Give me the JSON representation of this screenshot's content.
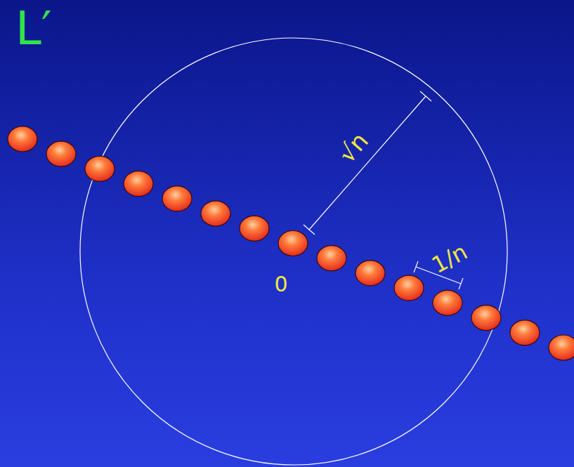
{
  "diagram": {
    "labels": [
      "L′",
      "√n",
      "1/n",
      "0"
    ]
  }
}
